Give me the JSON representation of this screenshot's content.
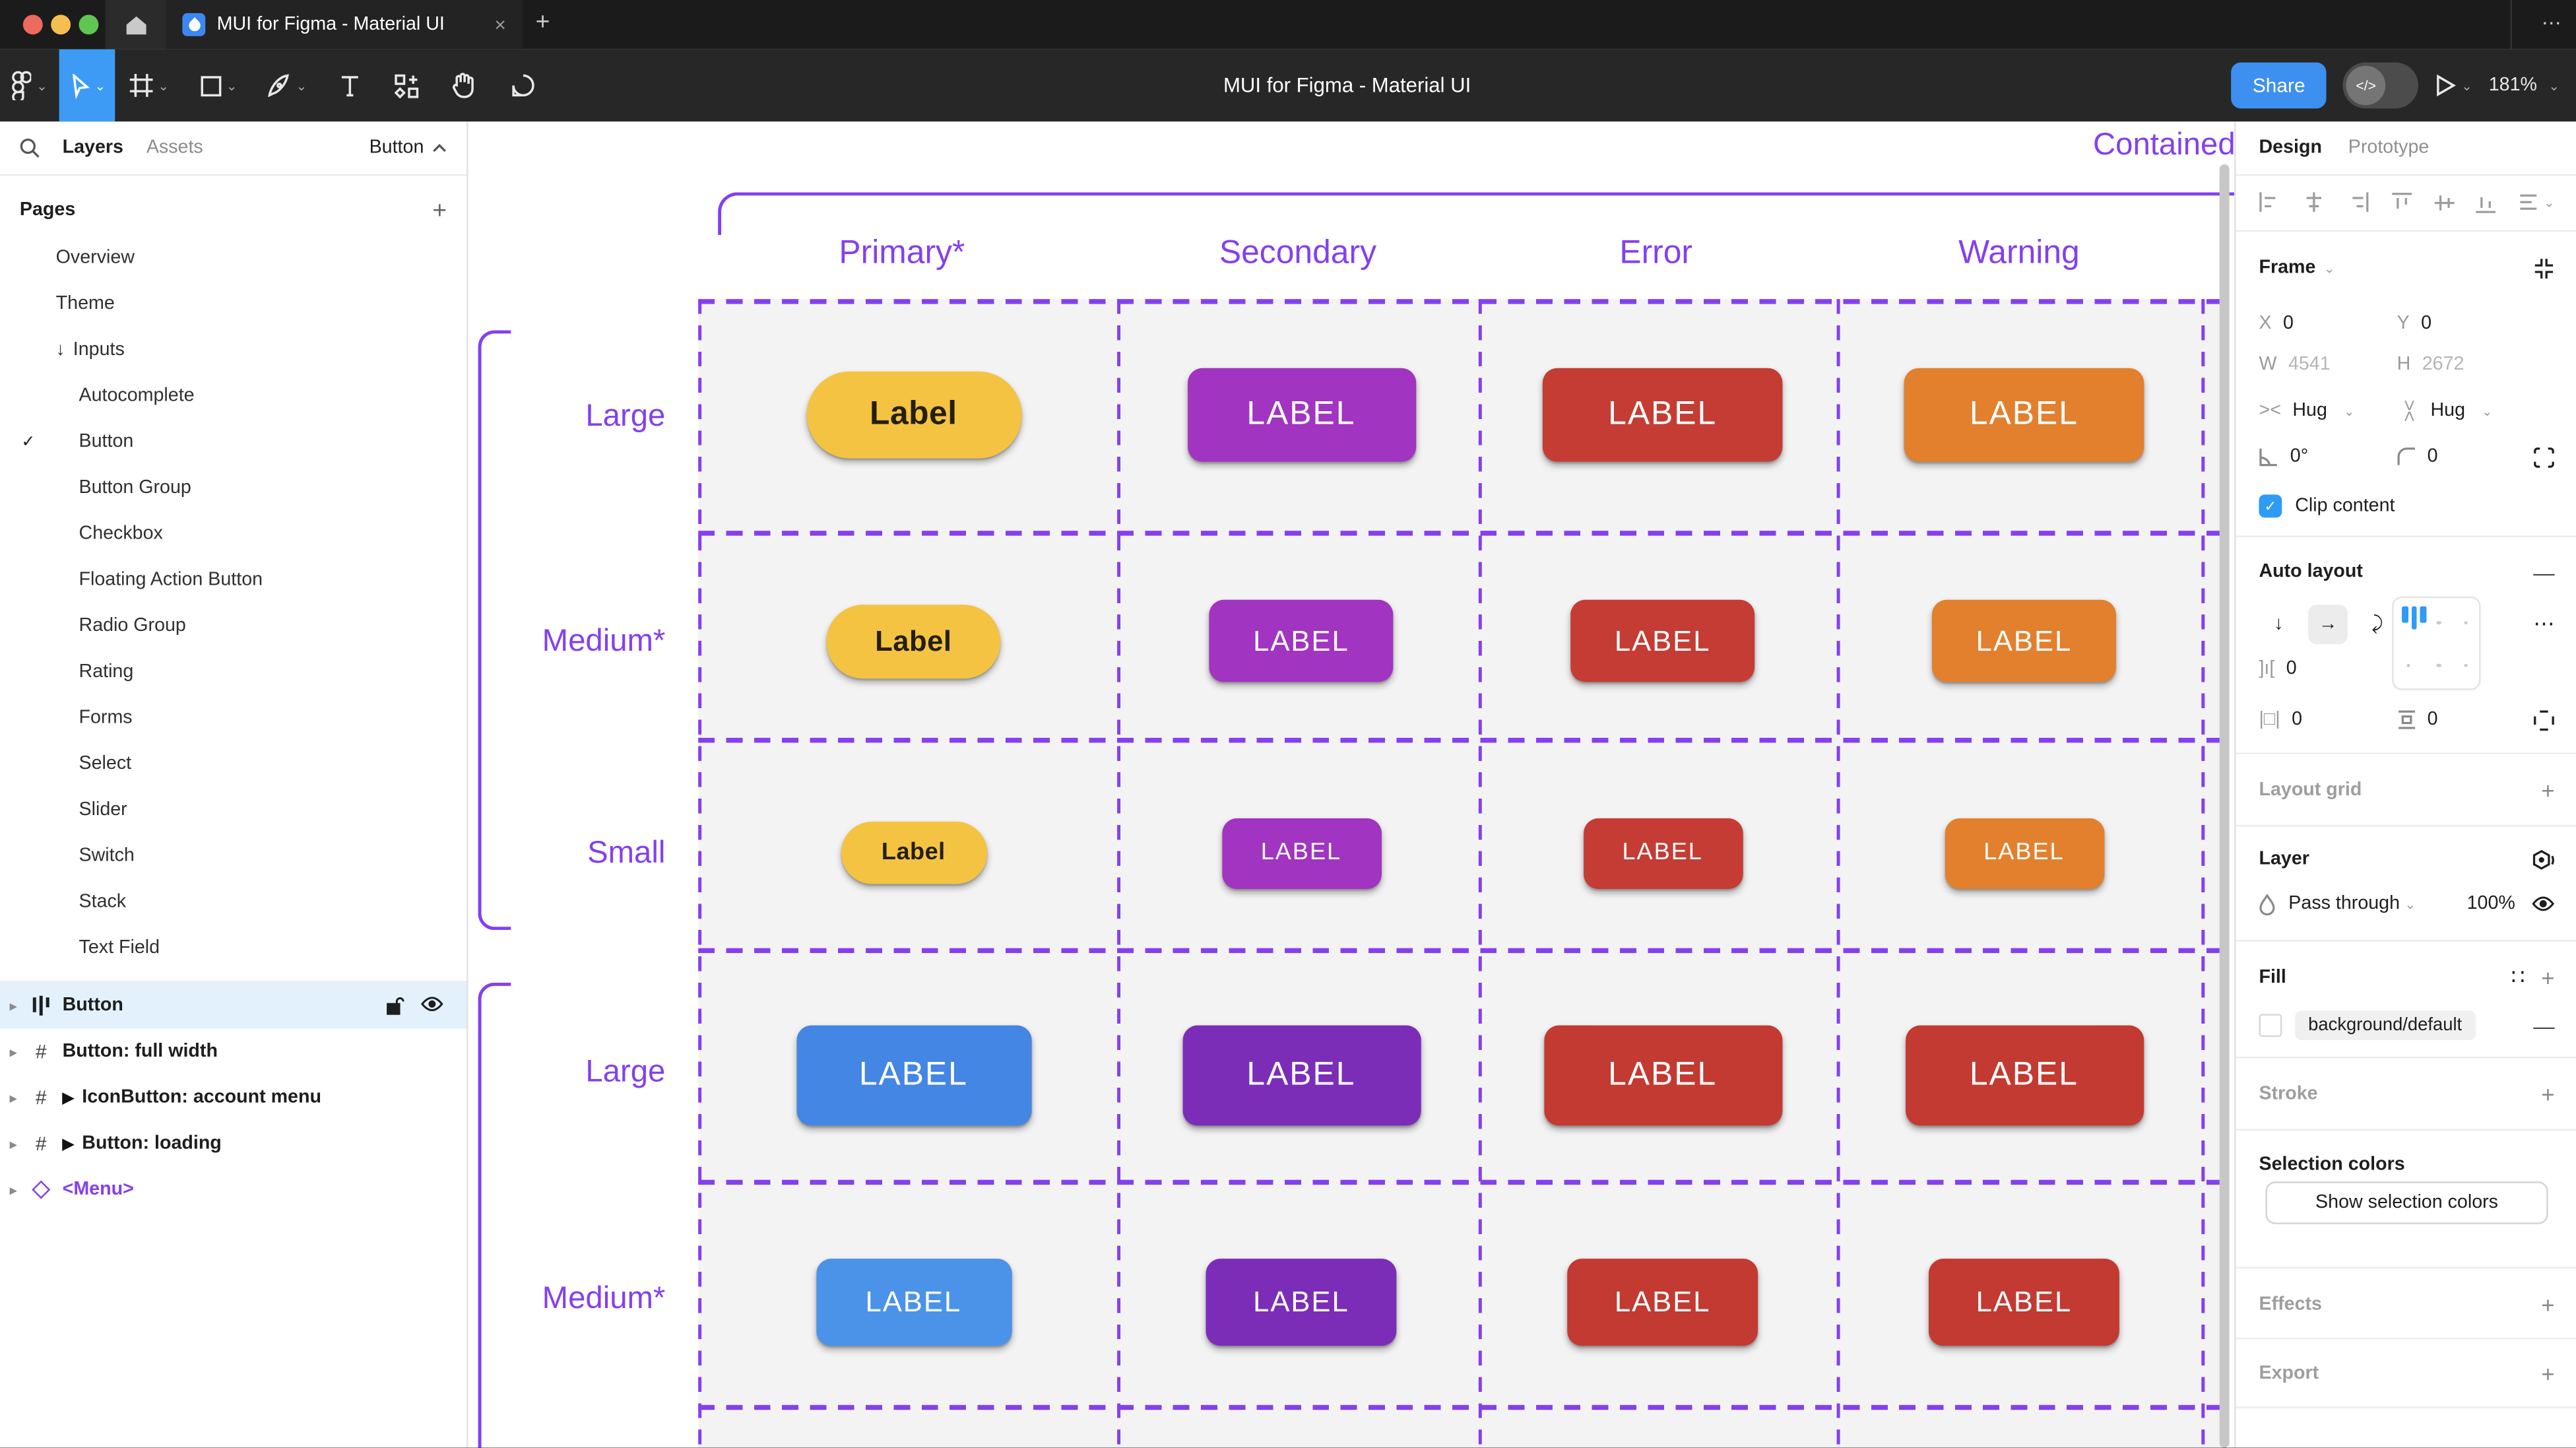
{
  "window": {
    "tab_title": "MUI for Figma - Material UI",
    "close_glyph": "×",
    "new_tab_glyph": "+",
    "more_glyph": "⋯"
  },
  "toolbar": {
    "doc_title": "MUI for Figma - Material UI",
    "share_label": "Share",
    "dev_toggle_glyph": "</>",
    "zoom_level": "181%"
  },
  "left_sidebar": {
    "tabs": {
      "layers": "Layers",
      "assets": "Assets"
    },
    "page_selector": "Button",
    "pages_header": "Pages",
    "add_page_glyph": "+",
    "pages": [
      {
        "label": "Overview",
        "check": "",
        "arrow": ""
      },
      {
        "label": "Theme",
        "check": "",
        "arrow": ""
      },
      {
        "label": "Inputs",
        "check": "",
        "arrow": "↓"
      },
      {
        "label": "Autocomplete",
        "check": "",
        "arrow": ""
      },
      {
        "label": "Button",
        "check": "✓",
        "arrow": ""
      },
      {
        "label": "Button Group",
        "check": "",
        "arrow": ""
      },
      {
        "label": "Checkbox",
        "check": "",
        "arrow": ""
      },
      {
        "label": "Floating Action Button",
        "check": "",
        "arrow": ""
      },
      {
        "label": "Radio Group",
        "check": "",
        "arrow": ""
      },
      {
        "label": "Rating",
        "check": "",
        "arrow": ""
      },
      {
        "label": "Forms",
        "check": "",
        "arrow": ""
      },
      {
        "label": "Select",
        "check": "",
        "arrow": ""
      },
      {
        "label": "Slider",
        "check": "",
        "arrow": ""
      },
      {
        "label": "Switch",
        "check": "",
        "arrow": ""
      },
      {
        "label": "Stack",
        "check": "",
        "arrow": ""
      },
      {
        "label": "Text Field",
        "check": "",
        "arrow": ""
      }
    ],
    "layers": [
      {
        "label": "Button",
        "play": ""
      },
      {
        "label": "Button: full width",
        "play": ""
      },
      {
        "label": "IconButton: account menu",
        "play": "▶"
      },
      {
        "label": "Button: loading",
        "play": "▶"
      },
      {
        "label": "<Menu>",
        "play": ""
      }
    ]
  },
  "canvas": {
    "frame_label": "Contained",
    "columns": [
      "Primary*",
      "Secondary",
      "Error",
      "Warning"
    ],
    "row_labels": [
      "Large",
      "Medium*",
      "Small",
      "Large",
      "Medium*"
    ],
    "rows": [
      {
        "label": "Large",
        "buttons": [
          {
            "text": "Label",
            "color": "#F4C342",
            "text_color": "#241F0E"
          },
          {
            "text": "LABEL",
            "color": "#A134C0",
            "text_color": "#FFFFFF"
          },
          {
            "text": "LABEL",
            "color": "#C43C33",
            "text_color": "#FFFFFF"
          },
          {
            "text": "LABEL",
            "color": "#E2802E",
            "text_color": "#FFFFFF"
          }
        ]
      },
      {
        "label": "Medium*",
        "buttons": [
          {
            "text": "Label",
            "color": "#F4C342",
            "text_color": "#241F0E"
          },
          {
            "text": "LABEL",
            "color": "#A134C0",
            "text_color": "#FFFFFF"
          },
          {
            "text": "LABEL",
            "color": "#C43C33",
            "text_color": "#FFFFFF"
          },
          {
            "text": "LABEL",
            "color": "#E2802E",
            "text_color": "#FFFFFF"
          }
        ]
      },
      {
        "label": "Small",
        "buttons": [
          {
            "text": "Label",
            "color": "#F4C342",
            "text_color": "#241F0E"
          },
          {
            "text": "LABEL",
            "color": "#A134C0",
            "text_color": "#FFFFFF"
          },
          {
            "text": "LABEL",
            "color": "#C43C33",
            "text_color": "#FFFFFF"
          },
          {
            "text": "LABEL",
            "color": "#E2802E",
            "text_color": "#FFFFFF"
          }
        ]
      },
      {
        "label": "Large",
        "buttons": [
          {
            "text": "LABEL",
            "color": "#4386E3",
            "text_color": "#FFFFFF"
          },
          {
            "text": "LABEL",
            "color": "#7B2DB8",
            "text_color": "#FFFFFF"
          },
          {
            "text": "LABEL",
            "color": "#C23A31",
            "text_color": "#FFFFFF"
          },
          {
            "text": "LABEL",
            "color": "#C23A31",
            "text_color": "#FFFFFF"
          }
        ]
      },
      {
        "label": "Medium*",
        "buttons": [
          {
            "text": "LABEL",
            "color": "#4B93E9",
            "text_color": "#FFFFFF"
          },
          {
            "text": "LABEL",
            "color": "#7B2DB8",
            "text_color": "#FFFFFF"
          },
          {
            "text": "LABEL",
            "color": "#C23A31",
            "text_color": "#FFFFFF"
          },
          {
            "text": "LABEL",
            "color": "#C23A31",
            "text_color": "#FFFFFF"
          }
        ]
      }
    ]
  },
  "right_panel": {
    "tabs": {
      "design": "Design",
      "prototype": "Prototype"
    },
    "frame": {
      "title": "Frame",
      "x_label": "X",
      "x_value": "0",
      "y_label": "Y",
      "y_value": "0",
      "w_label": "W",
      "w_value": "4541",
      "h_label": "H",
      "h_value": "2672",
      "hug_h": "Hug",
      "hug_v": "Hug",
      "rotation": "0°",
      "corner_radius": "0",
      "clip_label": "Clip content"
    },
    "auto_layout": {
      "title": "Auto layout",
      "remove_glyph": "—",
      "gap_value": "0",
      "padding_h_value": "0",
      "padding_v_value": "0",
      "more_glyph": "⋯"
    },
    "layout_grid": {
      "title": "Layout grid",
      "add_glyph": "+"
    },
    "layer": {
      "title": "Layer",
      "blend_mode": "Pass through",
      "opacity": "100%"
    },
    "fill": {
      "title": "Fill",
      "token": "background/default",
      "styles_glyph": "∷",
      "add_glyph": "+",
      "remove_glyph": "—"
    },
    "stroke": {
      "title": "Stroke",
      "add_glyph": "+"
    },
    "selection_colors": {
      "title": "Selection colors",
      "button_label": "Show selection colors"
    },
    "effects": {
      "title": "Effects",
      "add_glyph": "+"
    },
    "export": {
      "title": "Export",
      "add_glyph": "+"
    }
  },
  "colors": {
    "figma_purple": "#8440EE",
    "tool_select_blue": "#3D9BF5",
    "share_blue": "#3D90F0",
    "checkbox_blue": "#2E9BF5",
    "selected_layer_bg": "#E2F1FC",
    "canvas_cell": "#F4F3F4",
    "figma_file_icon": "#3E87F0",
    "traffic_red": "#EC6A5E",
    "traffic_yellow": "#F5BF4F",
    "traffic_green": "#61C554"
  }
}
